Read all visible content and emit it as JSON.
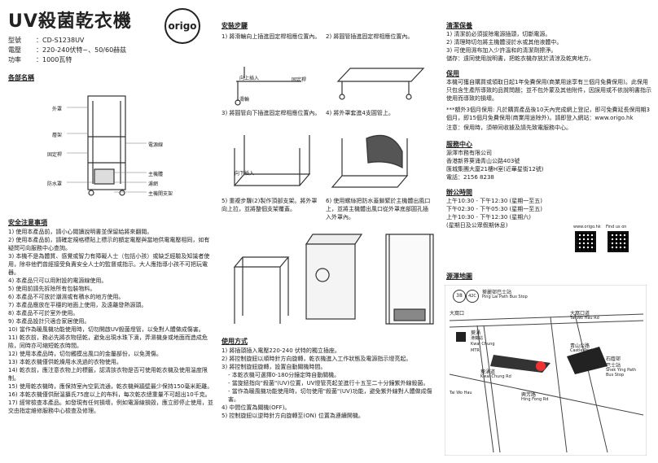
{
  "title": "UV殺菌乾衣機",
  "logo": "origo",
  "specs": [
    {
      "k": "型號",
      "v": "：CD-S1238UV"
    },
    {
      "k": "電壓",
      "v": "：220-240伏特~、50/60赫茲"
    },
    {
      "k": "功率",
      "v": "：1000瓦特"
    }
  ],
  "parts": {
    "heading": "各部名稱",
    "labels": [
      "外罩",
      "層架",
      "固定桿",
      "防水罩",
      "電源線",
      "主機體",
      "濾網",
      "主機開支架"
    ]
  },
  "safety": {
    "heading": "安全注意事項",
    "items": [
      "1) 使用本產品前，請小心閱讀說明書並保留給將來翻閱。",
      "2) 使用本產品前，請確定規格標貼上標示的額定電壓與當地供電電壓相同，如有疑問可向服務中心查詢。",
      "3) 本機不是為體質、感覺或智力有障礙人士（包括小孩）或缺乏經驗及知識者使用，除非他們曾經接受負責安全人士的監督或指示。大人應指導小孩不可把玩電器。",
      "4) 本產品只可以用附設的電源線使用。",
      "5) 使用前請先拆除所有包裝物料。",
      "6) 本產品不可放於潮濕或有積水的地方使用。",
      "7) 本產品應放在平穩的地面上使用，及遠離發熱源頭。",
      "8) 本產品不可於室外使用。",
      "9) 本產品設計只適合家居使用。",
      "10) 當作為暖風機功能使用時，切勿開啟UV殺菌燈管，以免對人體做成傷害。",
      "11) 乾衣前，務必先將衣物扭乾，避免出現水珠下滴，弄濕機身或地面而造成危險，同時亦可縮短乾衣時間。",
      "12) 使用本產品時，切勿觸摸出風口的金屬部份，以免燙傷。",
      "13) 本乾衣機僅供乾燥用水洗過的衣物使用。",
      "14) 乾衣前，應注意衣物上的標籤，認清該衣物是否可使用乾衣機及使用溫度限制。",
      "15) 使用乾衣機時，應保持室內空氣流通，乾衣機與牆壁最少保持150毫米距離。",
      "16) 本乾衣機僅供耐溫攝氏75度以上的布料，每次乾衣總重量不可超出10千克。",
      "17) 經常檢查本產品。如發現有任何損壞，例如電源線損毀，應立即停止使用，並交由指定維修服務中心檢查及修理。"
    ]
  },
  "install": {
    "heading": "安裝步驟",
    "steps": [
      "1) 將滑輪向上插進固定桿相應位置內。",
      "2) 將圓管插進固定桿相應位置內。",
      "3) 將圓管向下插進固定桿相應位置內。",
      "4) 將外罩套進4支圓管上。",
      "5) 重複步驟(2)製作頂部支架。將外罩向上拉，並將整個支架覆蓋。",
      "6) 使用螺絲把防水蓋鎖緊於主機體出風口上，並將主機體出風口從外罩底部圓孔插入外罩內。"
    ],
    "diagram_labels": [
      "向上插入",
      "滑輪",
      "固定桿",
      "向下插入"
    ]
  },
  "usage": {
    "heading": "使用方式",
    "items": [
      "1) 將插頭插入電壓220-240 伏特的獨立插座。",
      "2) 將控制旋鈕以順時針方向旋轉，乾衣機進入工作狀態及電源指示燈亮起。",
      "3) 將控制旋鈕旋轉，設置自動關機時間。",
      "- 本乾衣機可選擇0-180分鐘定時自動關機。",
      "- 當旋鈕指向\"殺菌\"(UV)位置，UV燈管亮起並進行十五至二十分鐘紫外線殺菌。",
      "- 當作為暖風機功能使用時，切勿使用\"殺菌\"(UV)功能，避免紫外線對人體做成傷害。",
      "4) 中間位置為關機(OFF)。",
      "5) 控制旋鈕以逆時針方向旋轉至(ON) 位置為連續開機。"
    ]
  },
  "cleaning": {
    "heading": "清潔保養",
    "items": [
      "1) 清潔前必須拔除電源插頭，切斷電源。",
      "2) 清理時切勿將主機體浸於水或其他液體中。",
      "3) 可使用濕布加入少許溫和的清潔劑擦淨。",
      "儲存：遠同使用說明書，把乾衣機存放於清涼及乾爽地方。"
    ]
  },
  "warranty": {
    "heading": "保用",
    "text": "本機可獲自購買或領取日起1年免費保用(商業用途享有三個月免費保用)。此保用只包含生產所導致的品質問題；並不包外蒙及其他附件，因誤用或不依說明書指示使用而導致的損壞。",
    "extra": "***額外3個月保用: 凡於購買產品後10天內完成網上登記，即可免費延長保用期3個月，即15個月免費保用(商業用途除外)。請即登入網站：www.origo.hk",
    "note": "注意：保用時，須帶同收據及請先致電服務中心。"
  },
  "service": {
    "heading": "服務中心",
    "lines": [
      "源澤市務有限公司",
      "香港新界葵涌青山公路403號",
      "匯城集團大廈21樓H室(近華星街12號)",
      "電話：2156 8238"
    ]
  },
  "hours": {
    "heading": "辦公時間",
    "lines": [
      "上午10:30 - 下午12:30 (星期一至五)",
      "下午02:30 - 下午05:30 (星期一至五)",
      "上午10:30 - 下午12:30 (星期六)",
      "(星期日及公眾假期休息)"
    ],
    "qr_labels": [
      "www.origo.hk",
      "Find us on"
    ]
  },
  "map": {
    "heading": "源澤地圖",
    "labels": [
      "38",
      "42C",
      "葵麗邨巴士站",
      "Ping Lai Path Bus Stop",
      "大窩口",
      "葵涌",
      "港鐵站",
      "Kwai Chung",
      "MTR",
      "Tai Wo Hau",
      "葵涌道",
      "Kwai Chung Rd",
      "青山公路",
      "Castle Peak Rd",
      "石蔭邨",
      "巴士站",
      "Shek Ying Path Bus Stop",
      "興芳路",
      "Hing Fong Rd",
      "大窩口道",
      "Tai Wo Hau Rd"
    ]
  }
}
